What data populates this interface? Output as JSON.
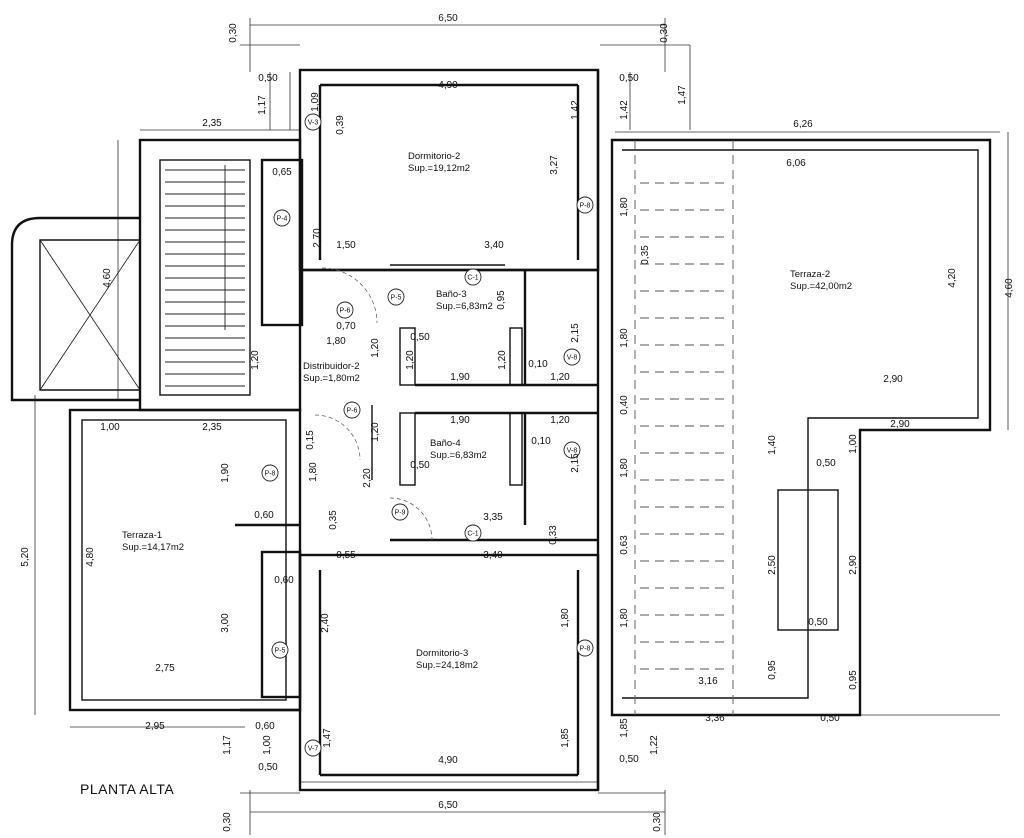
{
  "title": "PLANTA ALTA",
  "rooms": [
    {
      "name": "Dormitorio-2",
      "area": "Sup.=19,12m2"
    },
    {
      "name": "Baño-3",
      "area": "Sup.=6,83m2"
    },
    {
      "name": "Distribuidor-2",
      "area": "Sup.=1,80m2"
    },
    {
      "name": "Baño-4",
      "area": "Sup.=6,83m2"
    },
    {
      "name": "Terraza-1",
      "area": "Sup.=14,17m2"
    },
    {
      "name": "Dormitorio-3",
      "area": "Sup.=24,18m2"
    },
    {
      "name": "Terraza-2",
      "area": "Sup.=42,00m2"
    }
  ],
  "tags": [
    "V-3",
    "P-4",
    "P-8",
    "P-6",
    "P-5",
    "C-1",
    "V-8",
    "P-6",
    "V-8",
    "P-8",
    "P-9",
    "C-1",
    "P-5",
    "P-8",
    "V-7"
  ],
  "dims": [
    "6,50",
    "0,30",
    "0,30",
    "4,90",
    "0,50",
    "0,50",
    "1,17",
    "1,09",
    "1,42",
    "1,42",
    "1,47",
    "0,39",
    "2,35",
    "6,26",
    "6,06",
    "3,27",
    "1,80",
    "0,65",
    "2,70",
    "1,50",
    "3,40",
    "0,35",
    "4,60",
    "4,20",
    "4,60",
    "0,95",
    "2,15",
    "1,80",
    "0,70",
    "1,80",
    "0,50",
    "1,20",
    "1,20",
    "1,20",
    "0,10",
    "1,90",
    "1,20",
    "1,20",
    "2,90",
    "0,40",
    "2,90",
    "1,00",
    "2,35",
    "1,90",
    "1,20",
    "0,10",
    "1,90",
    "1,20",
    "0,15",
    "1,40",
    "1,00",
    "0,50",
    "2,15",
    "1,80",
    "2,20",
    "0,50",
    "1,80",
    "5,20",
    "4,80",
    "0,60",
    "0,35",
    "3,35",
    "0,33",
    "0,63",
    "0,55",
    "3,40",
    "2,50",
    "2,90",
    "0,60",
    "2,40",
    "3,00",
    "1,80",
    "1,80",
    "0,50",
    "2,75",
    "0,95",
    "0,95",
    "3,16",
    "3,36",
    "0,50",
    "2,95",
    "0,60",
    "1,85",
    "1,85",
    "1,17",
    "1,00",
    "1,47",
    "1,22",
    "4,90",
    "0,50",
    "0,50",
    "6,50",
    "0,30",
    "0,30"
  ]
}
